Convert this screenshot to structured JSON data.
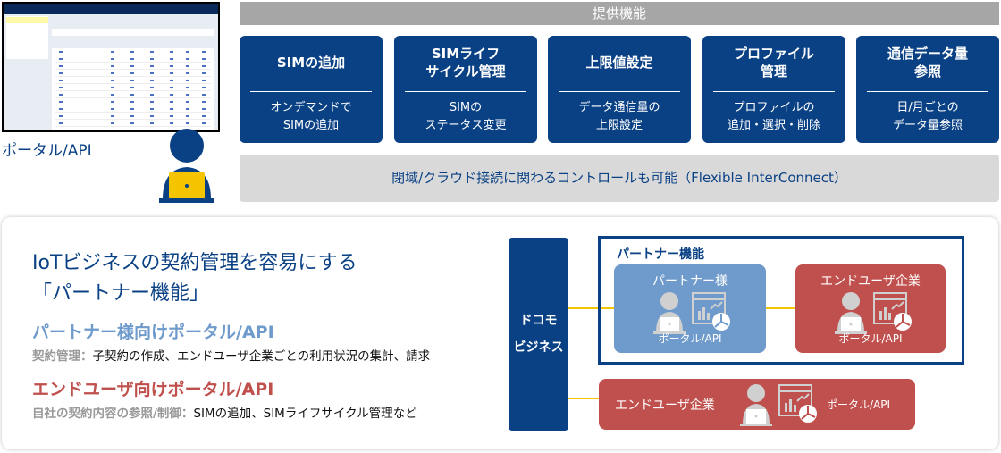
{
  "portal_label": "ポータル/API",
  "features_header": "提供機能",
  "features": [
    {
      "title": "SIMの追加",
      "desc": "オンデマンドで\nSIMの追加"
    },
    {
      "title": "SIMライフ\nサイクル管理",
      "desc": "SIMの\nステータス変更"
    },
    {
      "title": "上限値設定",
      "desc": "データ通信量の\n上限設定"
    },
    {
      "title": "プロファイル\n管理",
      "desc": "プロファイルの\n追加・選択・削除"
    },
    {
      "title": "通信データ量\n参照",
      "desc": "日/月ごとの\nデータ量参照"
    }
  ],
  "control_note": "閉域/クラウド接続に関わるコントロールも可能（Flexible InterConnect）",
  "headline_1": "IoTビジネスの契約管理を容易にする",
  "headline_2": "「パートナー機能」",
  "partner_portal": {
    "title": "パートナー様向けポータル/API",
    "label": "契約管理：",
    "desc": "子契約の作成、エンドユーザ企業ごとの利用状況の集計、請求"
  },
  "enduser_portal": {
    "title": "エンドユーザ向けポータル/API",
    "label": "自社の契約内容の参照/制御：",
    "desc": "SIMの追加、SIMライフサイクル管理など"
  },
  "docomo": [
    "ドコモ",
    "ビジネス"
  ],
  "partner_frame_title": "パートナー機能",
  "partner_box": {
    "title": "パートナー様",
    "label": "ポータル/API"
  },
  "enduser_box": {
    "title": "エンドユーザ企業",
    "label": "ポータル/API"
  },
  "enduser_direct": {
    "title": "エンドユーザ企業",
    "label": "ポータル/API"
  },
  "colors": {
    "navy": "#0a4184",
    "partner": "#6f9bcc",
    "enduser": "#c0504d",
    "connector": "#f2c500"
  }
}
